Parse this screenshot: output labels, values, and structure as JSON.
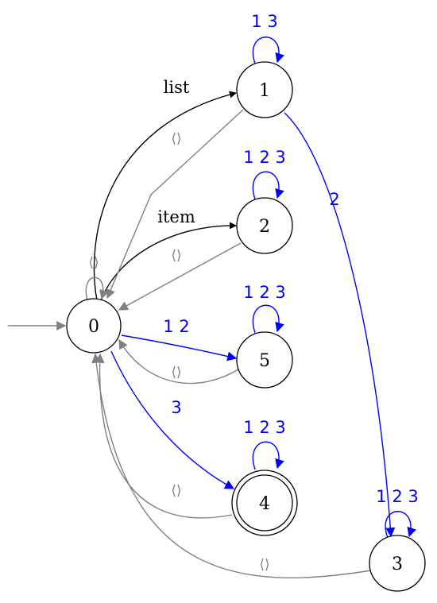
{
  "colors": {
    "black": "#000000",
    "blue": "#0000ff",
    "gray": "#808080"
  },
  "nodes": [
    {
      "id": "0",
      "label": "0",
      "accepting": false
    },
    {
      "id": "1",
      "label": "1",
      "accepting": false
    },
    {
      "id": "2",
      "label": "2",
      "accepting": false
    },
    {
      "id": "5",
      "label": "5",
      "accepting": false
    },
    {
      "id": "4",
      "label": "4",
      "accepting": true
    },
    {
      "id": "3",
      "label": "3",
      "accepting": false
    }
  ],
  "edges": {
    "start": {
      "from": "",
      "to": "0",
      "label": "",
      "color": "gray"
    },
    "e_0_1": {
      "from": "0",
      "to": "1",
      "label": "list",
      "color": "black"
    },
    "e_0_2": {
      "from": "0",
      "to": "2",
      "label": "item",
      "color": "black"
    },
    "e_0_5": {
      "from": "0",
      "to": "5",
      "label": "1 2",
      "color": "blue"
    },
    "e_0_4": {
      "from": "0",
      "to": "4",
      "label": "3",
      "color": "blue"
    },
    "e_1_3": {
      "from": "1",
      "to": "3",
      "label": "2",
      "color": "blue"
    },
    "e_1_0": {
      "from": "1",
      "to": "0",
      "label": "⟨⟩",
      "color": "gray"
    },
    "e_2_0": {
      "from": "2",
      "to": "0",
      "label": "⟨⟩",
      "color": "gray"
    },
    "e_5_0": {
      "from": "5",
      "to": "0",
      "label": "⟨⟩",
      "color": "gray"
    },
    "e_4_0": {
      "from": "4",
      "to": "0",
      "label": "⟨⟩",
      "color": "gray"
    },
    "e_3_0": {
      "from": "3",
      "to": "0",
      "label": "⟨⟩",
      "color": "gray"
    },
    "loop_0": {
      "from": "0",
      "to": "0",
      "label": "⟨⟩",
      "color": "gray"
    },
    "loop_1": {
      "from": "1",
      "to": "1",
      "label": "1 3",
      "color": "blue"
    },
    "loop_2": {
      "from": "2",
      "to": "2",
      "label": "1 2 3",
      "color": "blue"
    },
    "loop_5": {
      "from": "5",
      "to": "5",
      "label": "1 2 3",
      "color": "blue"
    },
    "loop_4": {
      "from": "4",
      "to": "4",
      "label": "1 2 3",
      "color": "blue"
    },
    "loop_3": {
      "from": "3",
      "to": "3",
      "label": "1 2 3",
      "color": "blue"
    }
  }
}
